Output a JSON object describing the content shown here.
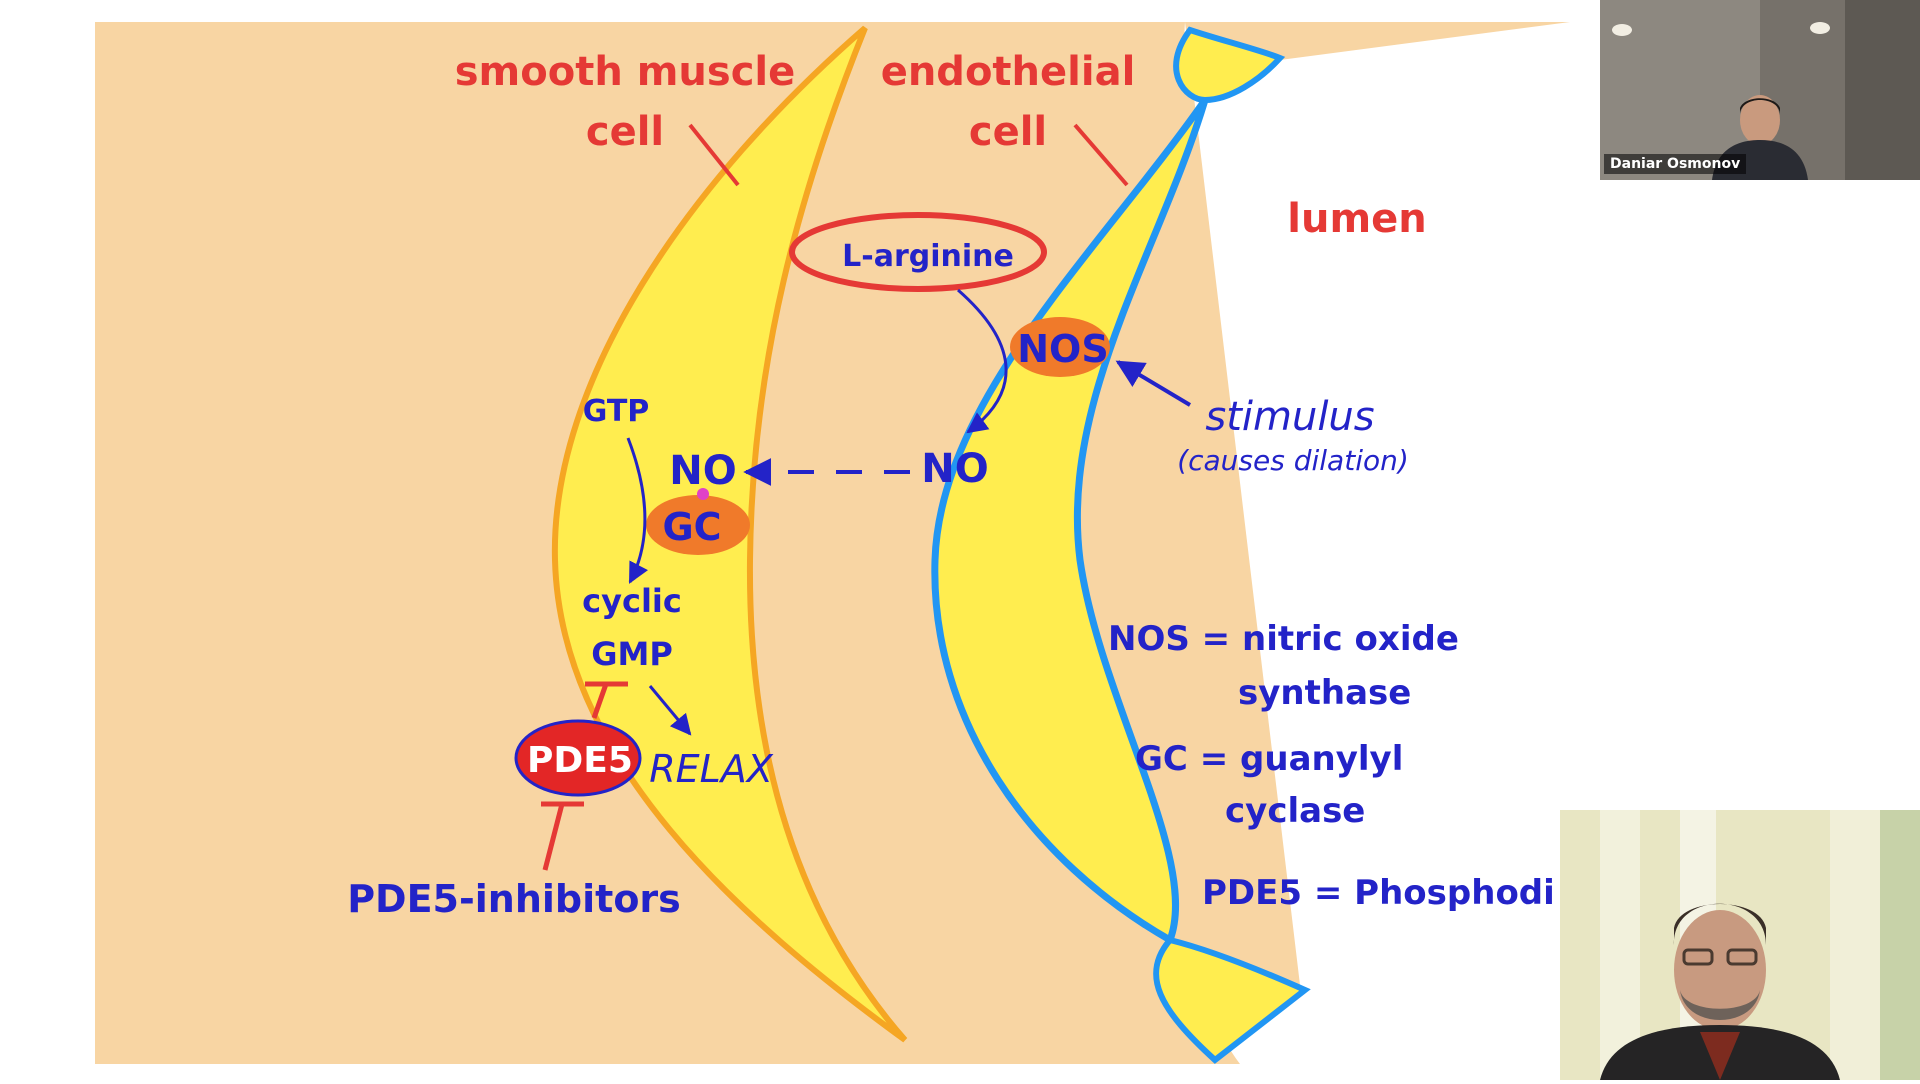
{
  "slide": {
    "labels": {
      "smooth_muscle_line1": "smooth muscle",
      "smooth_muscle_line2": "cell",
      "endothelial_line1": "endothelial",
      "endothelial_line2": "cell",
      "lumen": "lumen",
      "l_arginine": "L-arginine",
      "nos": "NOS",
      "no_endothelial": "NO",
      "no_muscle": "NO",
      "gc": "GC",
      "gtp": "GTP",
      "cyclic": "cyclic",
      "gmp": "GMP",
      "pde5": "PDE5",
      "relax": "RELAX",
      "pde5_inhibitors": "PDE5-inhibitors",
      "stimulus": "stimulus",
      "causes_dilation": "(causes dilation)"
    },
    "legend": {
      "nos_line1": "NOS = nitric oxide",
      "nos_line2": "synthase",
      "gc_line1": "GC = guanylyl",
      "gc_line2": "cyclase",
      "pde5_line": "PDE5 = Phosphodi"
    },
    "colors": {
      "background": "#F8D5A3",
      "cell_fill": "#FFED4F",
      "smooth_muscle_outline": "#F5A623",
      "endothelial_outline": "#2196F3",
      "red_text": "#E53935",
      "blue_text": "#2323C8",
      "node_orange": "#F07A2A",
      "pde5_red": "#E32626"
    }
  },
  "participants": [
    {
      "name": "Daniar Osmonov",
      "icon": "video-feed"
    },
    {
      "name": "",
      "icon": "video-feed"
    }
  ]
}
